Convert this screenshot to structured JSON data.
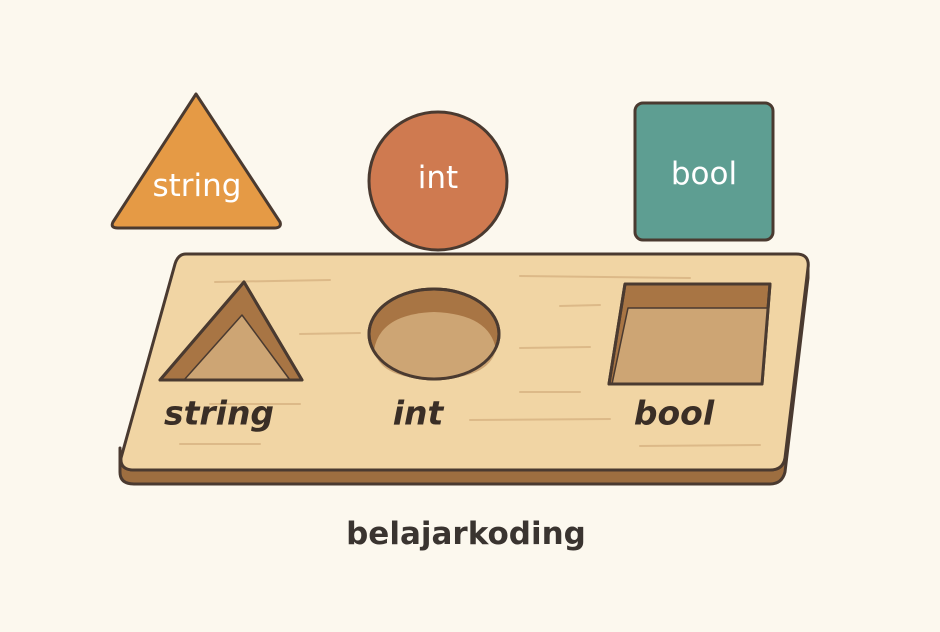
{
  "pieces": [
    {
      "shape": "triangle",
      "label": "string",
      "color": "#e59a45"
    },
    {
      "shape": "circle",
      "label": "int",
      "color": "#cf7a50"
    },
    {
      "shape": "square",
      "label": "bool",
      "color": "#5e9e92"
    }
  ],
  "board": {
    "slot_labels": [
      "string",
      "int",
      "bool"
    ],
    "top_color": "#f1d5a4",
    "edge_color": "#9d6e40",
    "hole_color": "#cda574",
    "hole_wall_color": "#a87544"
  },
  "footer": {
    "brand": "belajarkoding"
  },
  "colors": {
    "background": "#fcf8ee",
    "outline": "#4a3a30"
  }
}
